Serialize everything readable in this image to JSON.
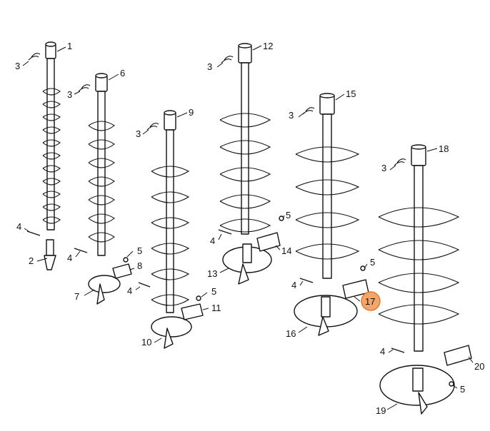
{
  "callouts": {
    "c1": "1",
    "c2": "2",
    "c3a": "3",
    "c4a": "4",
    "c6": "6",
    "c3b": "3",
    "c4b": "4",
    "c5a": "5",
    "c8": "8",
    "c7": "7",
    "c9": "9",
    "c3c": "3",
    "c4c": "4",
    "c5b": "5",
    "c11": "11",
    "c10": "10",
    "c12": "12",
    "c3d": "3",
    "c4d": "4",
    "c5c": "5",
    "c14": "14",
    "c13": "13",
    "c15": "15",
    "c3e": "3",
    "c4e": "4",
    "c5d": "5",
    "c17": "17",
    "c16": "16",
    "c18": "18",
    "c3f": "3",
    "c4f": "4",
    "c20": "20",
    "c5e": "5",
    "c19": "19"
  },
  "highlight": {
    "part": "17",
    "color": "#f3a66b"
  }
}
